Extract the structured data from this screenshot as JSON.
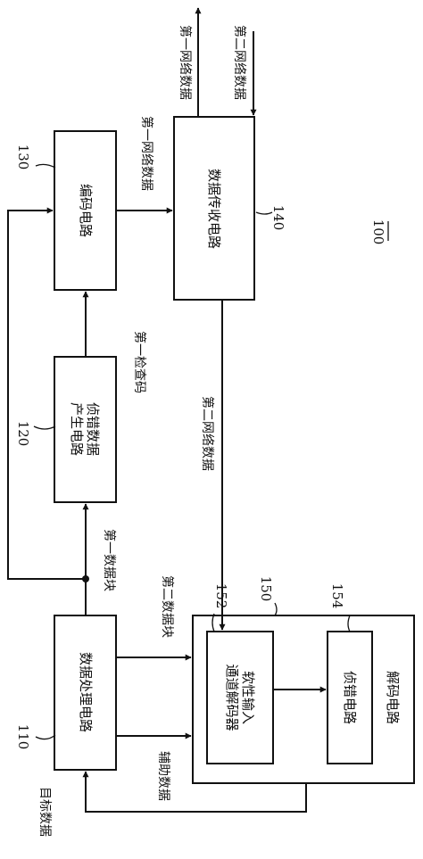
{
  "blocks": {
    "encoder": {
      "label": "编码电路",
      "ref": "130"
    },
    "transceiver": {
      "label": "数据传收电路",
      "ref": "140"
    },
    "error_gen": {
      "label_line1": "侦错数据",
      "label_line2": "产生电路",
      "ref": "120"
    },
    "processor": {
      "label": "数据处理电路",
      "ref": "110"
    },
    "decoder": {
      "label": "解码电路",
      "ref": "150"
    },
    "soft_decoder": {
      "label_line1": "软性输入",
      "label_line2": "通道解码器",
      "ref": "152"
    },
    "error_detect": {
      "label": "侦错电路",
      "ref": "154"
    }
  },
  "signals": {
    "net1_out": "第一网络数据",
    "net2_in": "第二网络数据",
    "net1_mid": "第一网络数据",
    "check_code": "第一检查码",
    "net2_mid": "第二网络数据",
    "block1": "第一数据块",
    "block2": "第二数据块",
    "aux": "辅助数据",
    "target": "目标数据"
  },
  "system_ref": "100"
}
